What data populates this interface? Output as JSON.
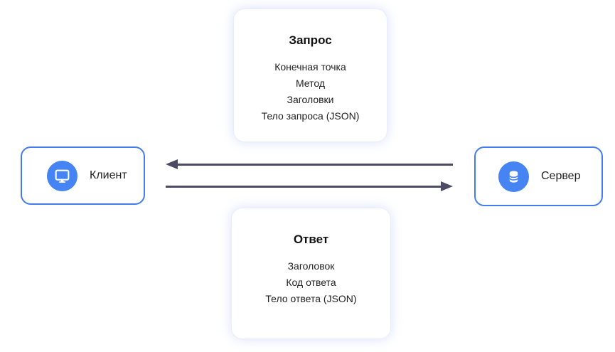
{
  "diagram": {
    "request_card": {
      "title": "Запрос",
      "items": [
        "Конечная точка",
        "Метод",
        "Заголовки",
        "Тело запроса (JSON)"
      ]
    },
    "response_card": {
      "title": "Ответ",
      "items": [
        "Заголовок",
        "Код ответа",
        "Тело ответа (JSON)"
      ]
    },
    "client": {
      "label": "Клиент",
      "icon": "monitor-icon"
    },
    "server": {
      "label": "Сервер",
      "icon": "database-icon"
    },
    "arrows": [
      {
        "name": "arrow-to-client",
        "direction": "left"
      },
      {
        "name": "arrow-to-server",
        "direction": "right"
      }
    ],
    "colors": {
      "box_border": "#447bee",
      "icon_circle": "#4584f2",
      "arrow": "#4d4a66",
      "card_border": "#e9edfc",
      "text": "#1f1f1f"
    }
  }
}
